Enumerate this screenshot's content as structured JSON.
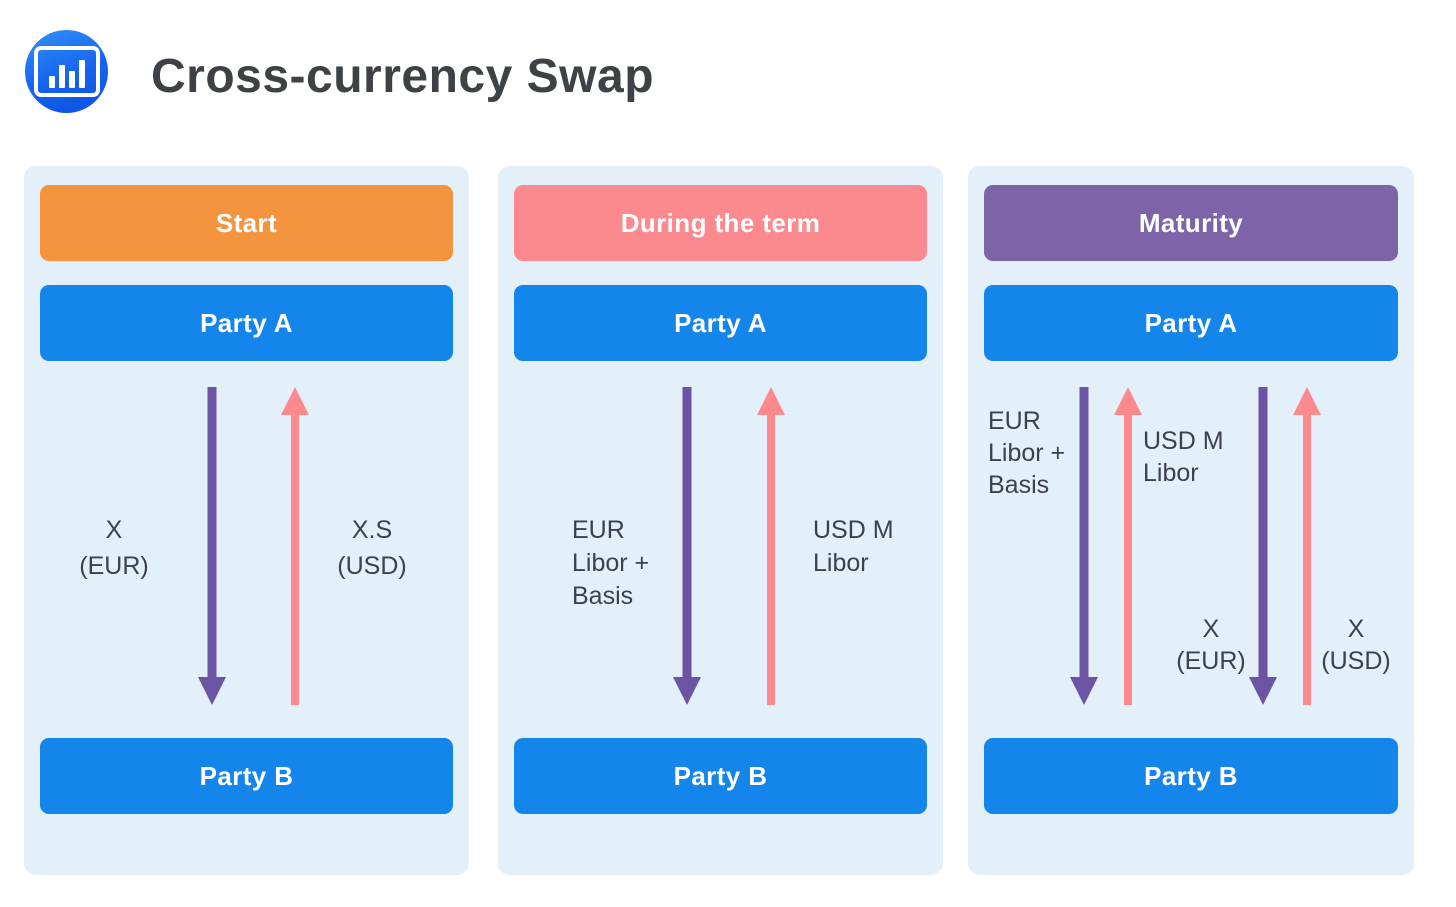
{
  "header": {
    "title": "Cross-currency Swap",
    "logo_icon": "bar-chart-icon"
  },
  "colors": {
    "page_bg": "#ffffff",
    "panel_bg": "#e3f0fa",
    "stage_start": "#f5943f",
    "stage_during": "#fc898e",
    "stage_maturity": "#7d63a7",
    "party_box": "#1486eb",
    "arrow_purple": "#6b54a2",
    "arrow_pink": "#fb8a8e",
    "label_text": "#3d4148",
    "logo_blue": "#1563ee"
  },
  "panels": [
    {
      "stage": "Start",
      "party_top": "Party A",
      "party_bottom": "Party B",
      "flows": [
        {
          "direction": "down",
          "color": "purple",
          "label_lines": [
            "X",
            "(EUR)"
          ]
        },
        {
          "direction": "up",
          "color": "pink",
          "label_lines": [
            "X.S",
            "(USD)"
          ]
        }
      ]
    },
    {
      "stage": "During the term",
      "party_top": "Party A",
      "party_bottom": "Party B",
      "flows": [
        {
          "direction": "down",
          "color": "purple",
          "label_lines": [
            "EUR",
            "Libor +",
            "Basis"
          ]
        },
        {
          "direction": "up",
          "color": "pink",
          "label_lines": [
            "USD M",
            "Libor"
          ]
        }
      ]
    },
    {
      "stage": "Maturity",
      "party_top": "Party A",
      "party_bottom": "Party B",
      "flows": [
        {
          "direction": "down",
          "color": "purple",
          "label_lines": [
            "EUR",
            "Libor +",
            "Basis"
          ]
        },
        {
          "direction": "up",
          "color": "pink",
          "label_lines": [
            "USD M",
            "Libor"
          ]
        },
        {
          "direction": "down",
          "color": "purple",
          "label_lines": [
            "X",
            "(EUR)"
          ]
        },
        {
          "direction": "up",
          "color": "pink",
          "label_lines": [
            "X",
            "(USD)"
          ]
        }
      ]
    }
  ]
}
